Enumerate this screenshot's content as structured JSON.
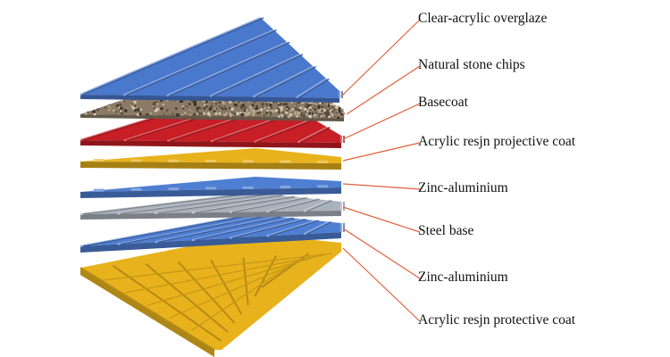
{
  "diagram": {
    "layers": [
      {
        "label": "Clear-acrylic overglaze",
        "color": "#4a78cc"
      },
      {
        "label": "Natural stone chips",
        "color": "#8a7a66"
      },
      {
        "label": "Basecoat",
        "color": "#c81e26"
      },
      {
        "label": "Acrylic resjn projective coat",
        "color": "#e8b21c"
      },
      {
        "label": "Zinc-aluminium",
        "color": "#4f7fd3"
      },
      {
        "label": "Steel base",
        "color": "#a9b1bd"
      },
      {
        "label": "Zinc-aluminium",
        "color": "#4f7fd3"
      },
      {
        "label": "Acrylic resjn protective coat",
        "color": "#e8b21c"
      }
    ],
    "leader_color": "#e0603a"
  }
}
